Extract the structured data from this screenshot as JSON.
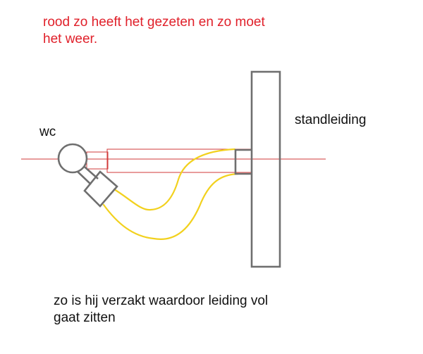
{
  "notes": {
    "red_line1": "rood zo heeft het gezeten en zo moet",
    "red_line2": "het weer.",
    "black_line1": "zo is hij verzakt waardoor leiding vol",
    "black_line2": "gaat zitten"
  },
  "labels": {
    "wc": "wc",
    "standleiding": "standleiding"
  },
  "colors": {
    "red_annotation": "#e0202a",
    "red_pipe": "#d23a3a",
    "yellow_pipe": "#f2d11e",
    "outline": "#6f6f6f",
    "text": "#111111"
  }
}
